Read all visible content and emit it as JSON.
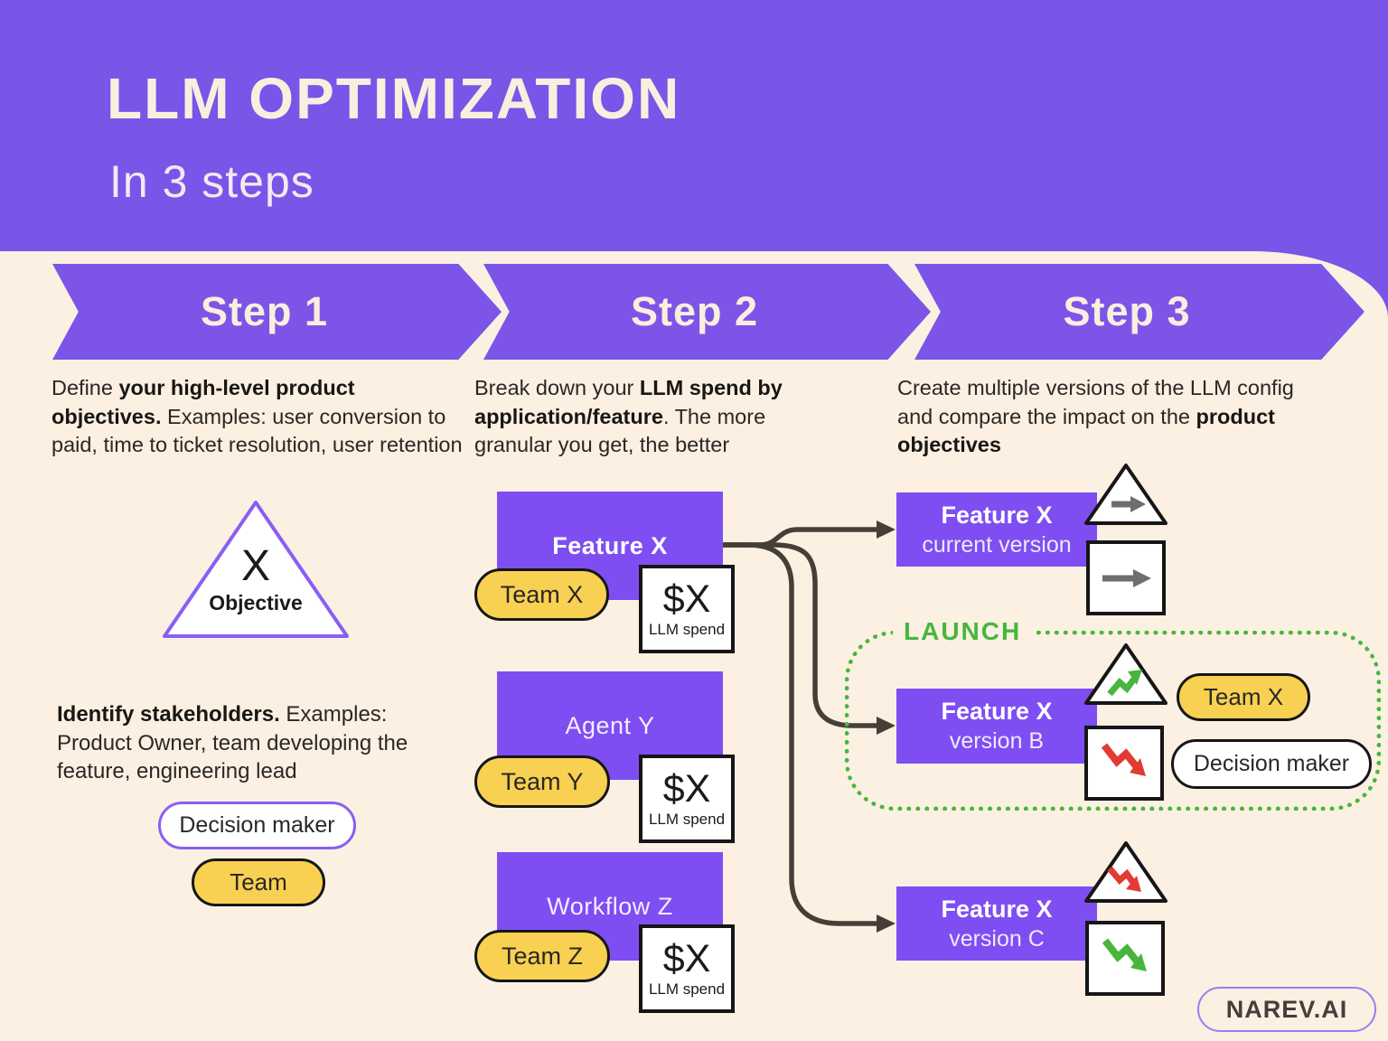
{
  "header": {
    "title": "LLM OPTIMIZATION",
    "subtitle": "In 3 steps"
  },
  "banners": [
    {
      "label": "Step 1"
    },
    {
      "label": "Step 2"
    },
    {
      "label": "Step 3"
    }
  ],
  "step1": {
    "desc": {
      "t1": "Define ",
      "b1": "your high-level product objectives.",
      "t2": " Examples: user conversion to paid, time to ticket resolution, user retention"
    },
    "objective": {
      "symbol": "X",
      "label": "Objective"
    },
    "stakeholders": {
      "b1": "Identify stakeholders.",
      "t1": " Examples: Product Owner, team developing the feature, engineering lead"
    },
    "decision_pill": "Decision maker",
    "team_pill": "Team"
  },
  "step2": {
    "desc": {
      "t1": "Break down your ",
      "b1": "LLM spend by application/feature",
      "t2": ". The more granular you get, the better"
    },
    "items": [
      {
        "title": "Feature X",
        "team": "Team X",
        "spend": "$X",
        "spend_label": "LLM spend"
      },
      {
        "title": "Agent Y",
        "team": "Team Y",
        "spend": "$X",
        "spend_label": "LLM spend"
      },
      {
        "title": "Workflow Z",
        "team": "Team Z",
        "spend": "$X",
        "spend_label": "LLM spend"
      }
    ]
  },
  "step3": {
    "desc": {
      "t1": "Create multiple versions of the LLM config and compare the impact on the ",
      "b1": "product objectives"
    },
    "launch_label": "LAUNCH",
    "current": {
      "title": "Feature X",
      "subtitle": "current version"
    },
    "version_b": {
      "title": "Feature X",
      "subtitle": "version B",
      "team": "Team X",
      "decision": "Decision maker"
    },
    "version_c": {
      "title": "Feature X",
      "subtitle": "version C"
    }
  },
  "brand": "NAREV.AI",
  "colors": {
    "header_purple": "#7B54E8",
    "box_purple": "#7E4EF2",
    "cream": "#FBF0E2",
    "yellow": "#F8D152",
    "green": "#47B63C",
    "red": "#E23B34",
    "gray_arrow": "#6E6E6E",
    "connector": "#463F38",
    "border_black": "#161616",
    "border_purple": "#8A5EF5"
  }
}
